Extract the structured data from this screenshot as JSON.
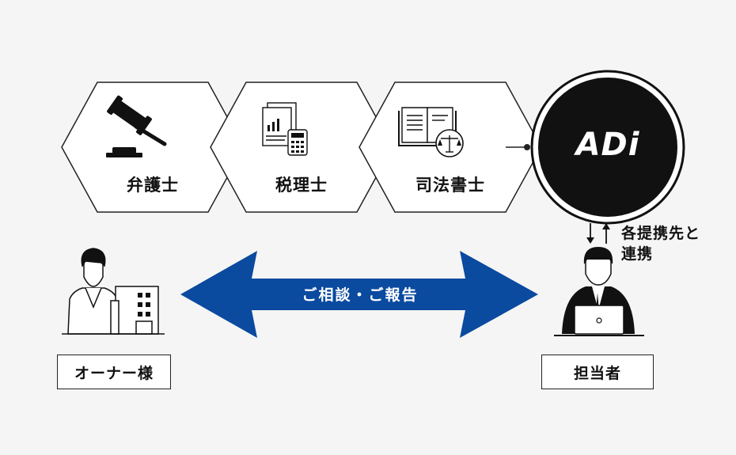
{
  "partners": [
    {
      "label": "弁護士",
      "icon": "gavel-icon"
    },
    {
      "label": "税理士",
      "icon": "calculator-document-icon"
    },
    {
      "label": "司法書士",
      "icon": "law-book-scales-icon"
    }
  ],
  "adi": {
    "logo_text": "ADi"
  },
  "owner": {
    "label": "オーナー様",
    "icon": "owner-building-icon"
  },
  "manager": {
    "label": "担当者",
    "icon": "manager-laptop-icon"
  },
  "exchange": {
    "label": "ご相談・ご報告",
    "color": "#0a4a9f"
  },
  "cooperation": {
    "line1": "各提携先と",
    "line2": "連携"
  }
}
